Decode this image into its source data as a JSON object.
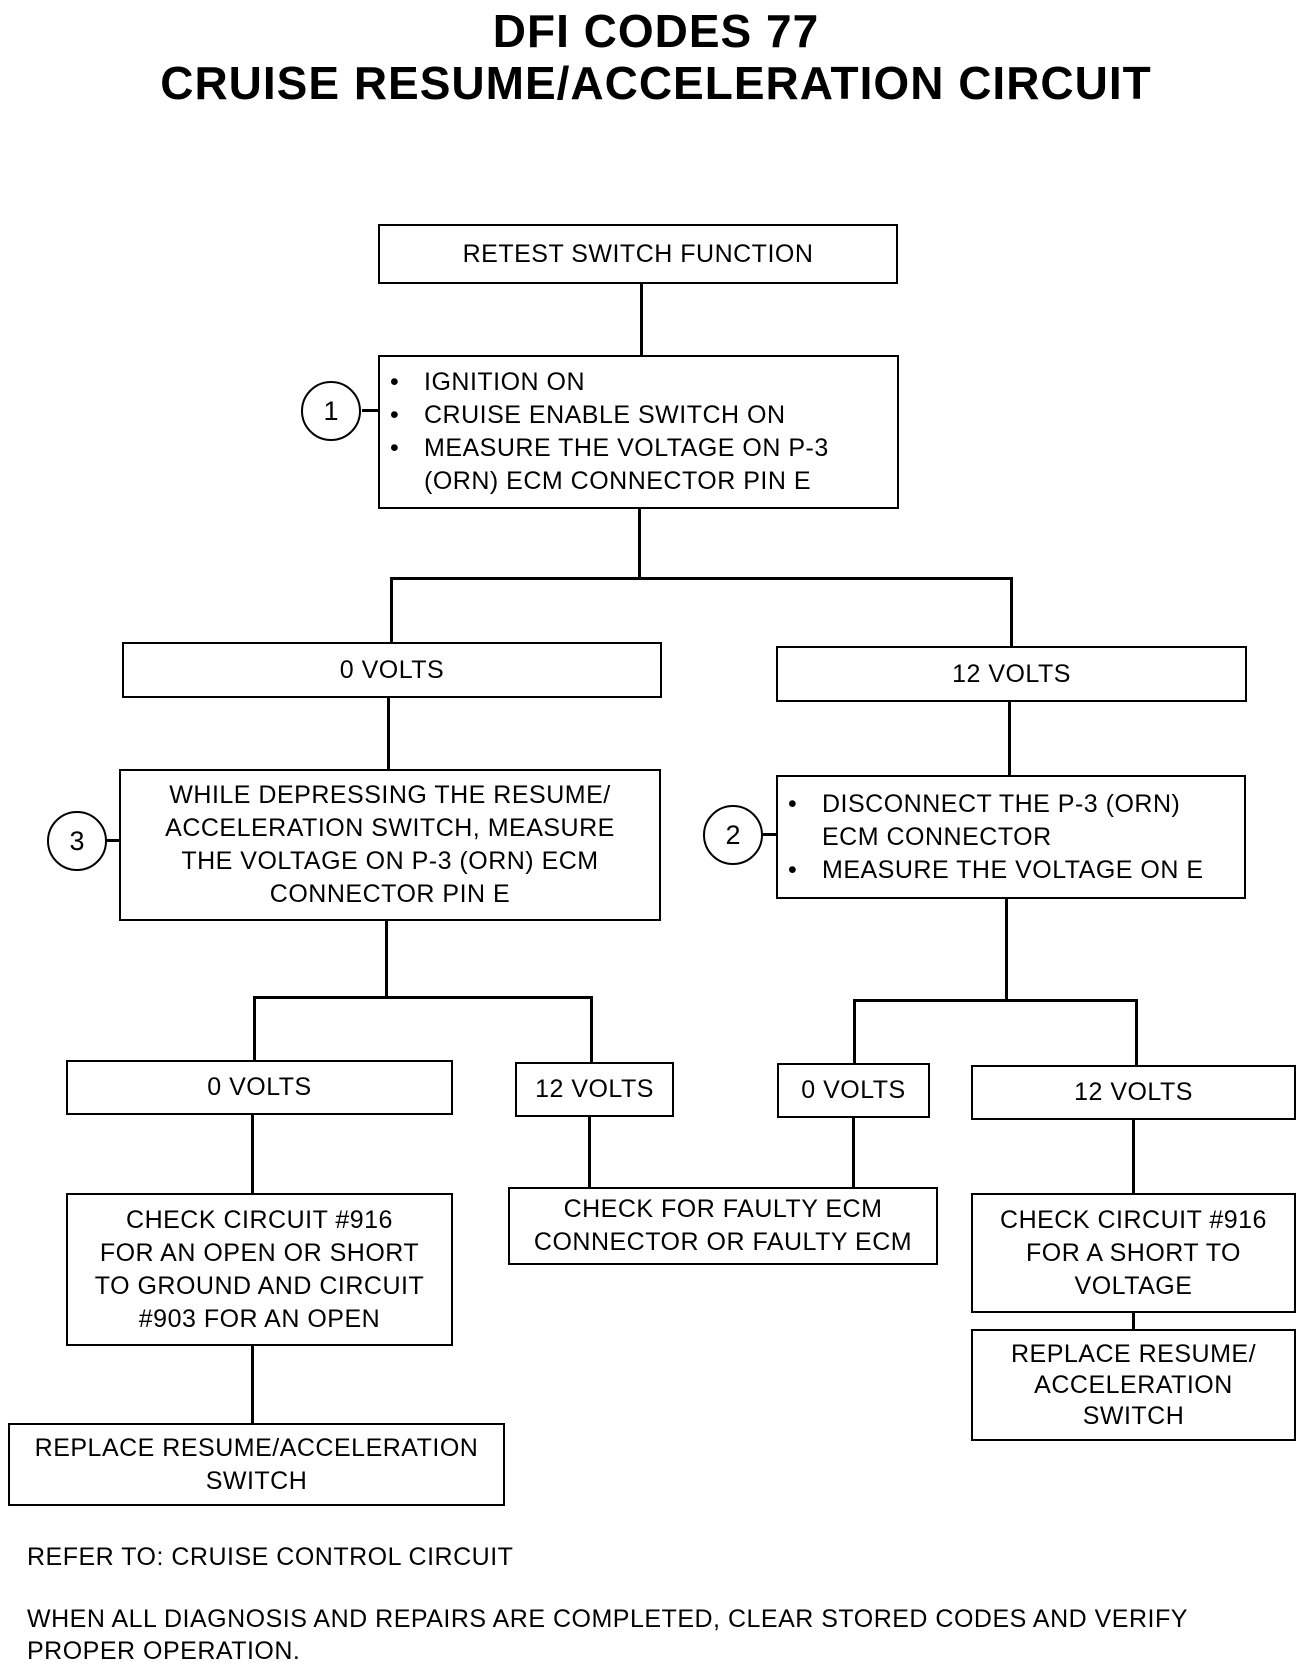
{
  "title": {
    "line1": "DFI CODES 77",
    "line2": "CRUISE RESUME/ACCELERATION CIRCUIT"
  },
  "steps": {
    "s1": "1",
    "s2": "2",
    "s3": "3"
  },
  "boxes": {
    "retest": "RETEST SWITCH FUNCTION",
    "step1": {
      "b1": "IGNITION ON",
      "b2": "CRUISE ENABLE SWITCH ON",
      "b3": "MEASURE THE VOLTAGE ON P-3",
      "b3cont": "(ORN) ECM CONNECTOR PIN E"
    },
    "zero_volts_a": "0 VOLTS",
    "twelve_volts_a": "12 VOLTS",
    "step3": {
      "l1": "WHILE DEPRESSING THE RESUME/",
      "l2": "ACCELERATION SWITCH, MEASURE",
      "l3": "THE VOLTAGE ON P-3 (ORN) ECM",
      "l4": "CONNECTOR PIN E"
    },
    "step2": {
      "b1": "DISCONNECT THE P-3 (ORN)",
      "b1cont": "ECM CONNECTOR",
      "b2": "MEASURE THE VOLTAGE ON E"
    },
    "zero_volts_b": "0 VOLTS",
    "twelve_volts_b": "12 VOLTS",
    "zero_volts_c": "0 VOLTS",
    "twelve_volts_c": "12 VOLTS",
    "check_916_open": {
      "l1": "CHECK CIRCUIT #916",
      "l2": "FOR AN OPEN OR SHORT",
      "l3": "TO GROUND AND CIRCUIT",
      "l4": "#903 FOR AN OPEN"
    },
    "check_ecm": {
      "l1": "CHECK FOR FAULTY ECM",
      "l2": "CONNECTOR OR FAULTY ECM"
    },
    "check_916_short": {
      "l1": "CHECK CIRCUIT #916",
      "l2": "FOR A SHORT TO",
      "l3": "VOLTAGE"
    },
    "replace_left": {
      "l1": "REPLACE RESUME/ACCELERATION",
      "l2": "SWITCH"
    },
    "replace_right": {
      "l1": "REPLACE RESUME/",
      "l2": "ACCELERATION",
      "l3": "SWITCH"
    }
  },
  "bullet": "•",
  "notes": {
    "refer": "REFER TO: CRUISE CONTROL CIRCUIT",
    "clear_l1": "WHEN ALL DIAGNOSIS AND REPAIRS ARE COMPLETED, CLEAR STORED CODES AND VERIFY",
    "clear_l2": "PROPER OPERATION."
  }
}
